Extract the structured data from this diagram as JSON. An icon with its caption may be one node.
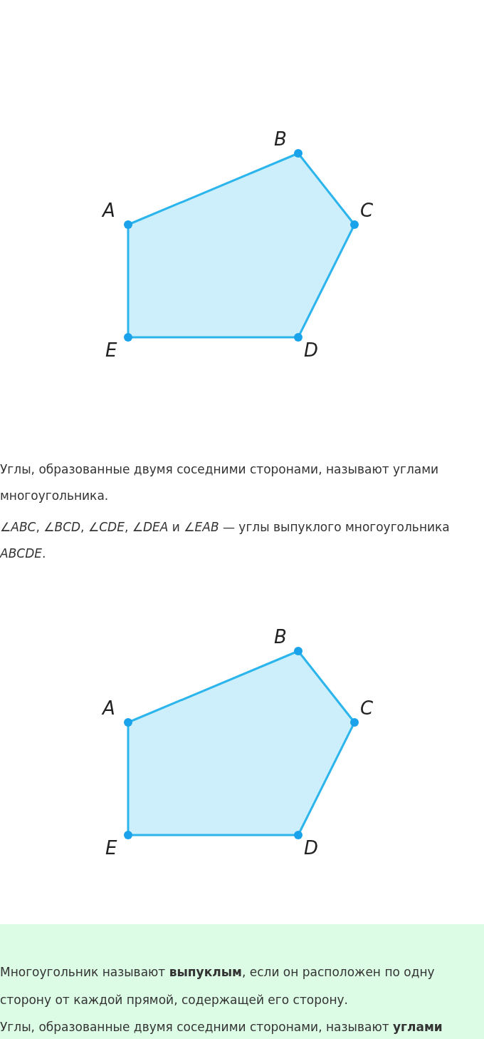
{
  "diagram": {
    "nodes": [
      {
        "text": [
          "A"
        ]
      },
      {
        "text": [
          "B"
        ]
      },
      {
        "text": [
          "C"
        ]
      },
      {
        "text": [
          "D"
        ]
      },
      {
        "text": [
          "E"
        ]
      },
      {
        "text": [
          "A"
        ]
      },
      {
        "text": [
          "B"
        ]
      },
      {
        "text": [
          "C"
        ]
      },
      {
        "text": [
          "D"
        ]
      },
      {
        "text": [
          "E"
        ]
      },
      {
        "text": [
          "Многоугольник называют **выпуклым**, если он расположен по одну сторону от каждой прямой, содержащей его сторону.",
          "Углы, образованные двумя соседними сторонами, называют **углами**"
        ]
      }
    ],
    "edges": [
      {
        "from": 0,
        "to": 1,
        "arrow": "none"
      },
      {
        "from": 1,
        "to": 2,
        "arrow": "none"
      },
      {
        "from": 2,
        "to": 3,
        "arrow": "none"
      },
      {
        "from": 3,
        "to": 4,
        "arrow": "none"
      },
      {
        "from": 4,
        "to": 0,
        "arrow": "none"
      },
      {
        "from": 5,
        "to": 6,
        "arrow": "none"
      },
      {
        "from": 6,
        "to": 7,
        "arrow": "none"
      },
      {
        "from": 7,
        "to": 8,
        "arrow": "none"
      },
      {
        "from": 8,
        "to": 9,
        "arrow": "none"
      },
      {
        "from": 9,
        "to": 5,
        "arrow": "none"
      }
    ],
    "labels": [
      "Углы, образованные двумя соседними сторонами, называют углами многоугольника.",
      "∠*ABC*, ∠*BCD*, ∠*CDE*, ∠*DEA* и ∠*EAB* — углы выпуклого многоугольника *ABCDE*."
    ]
  }
}
